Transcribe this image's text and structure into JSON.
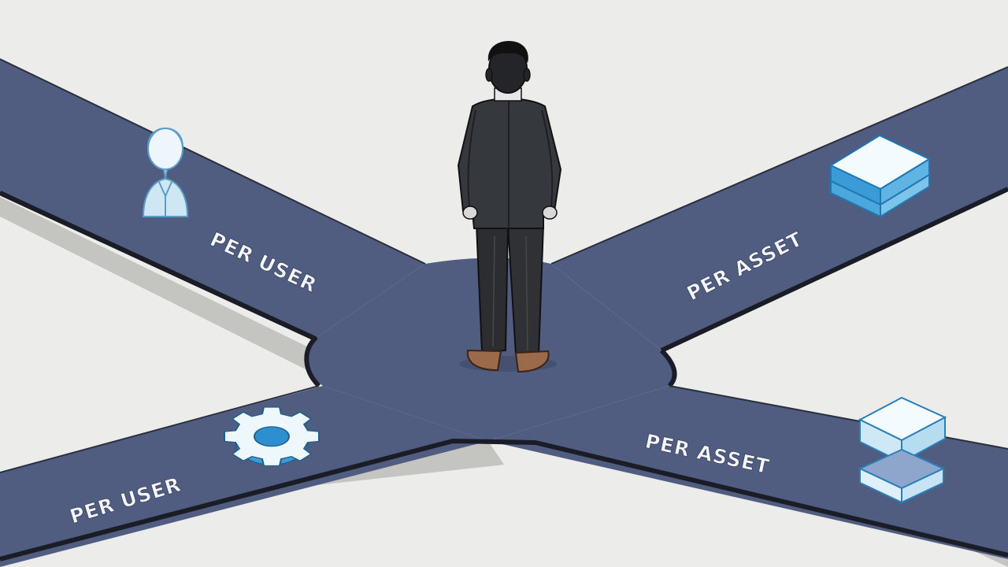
{
  "scene": {
    "description_colors": {
      "background": "#ececea",
      "road": "#505d80",
      "road_edge": "#1a1d26",
      "road_shadow": "#b9b9b6",
      "icon_blue": "#3a9bd6",
      "suit": "#2f3135",
      "shoes": "#9a6a4a"
    },
    "paths": [
      {
        "id": "upper-left",
        "label": "PER USER",
        "icon": "user-icon"
      },
      {
        "id": "upper-right",
        "label": "PER ASSET",
        "icon": "stacked-box-icon"
      },
      {
        "id": "lower-left",
        "label": "PER USER",
        "icon": "gear-icon"
      },
      {
        "id": "lower-right",
        "label": "PER ASSET",
        "icon": "split-box-icon"
      }
    ],
    "figure": "businessman-standing-at-crossroads"
  }
}
